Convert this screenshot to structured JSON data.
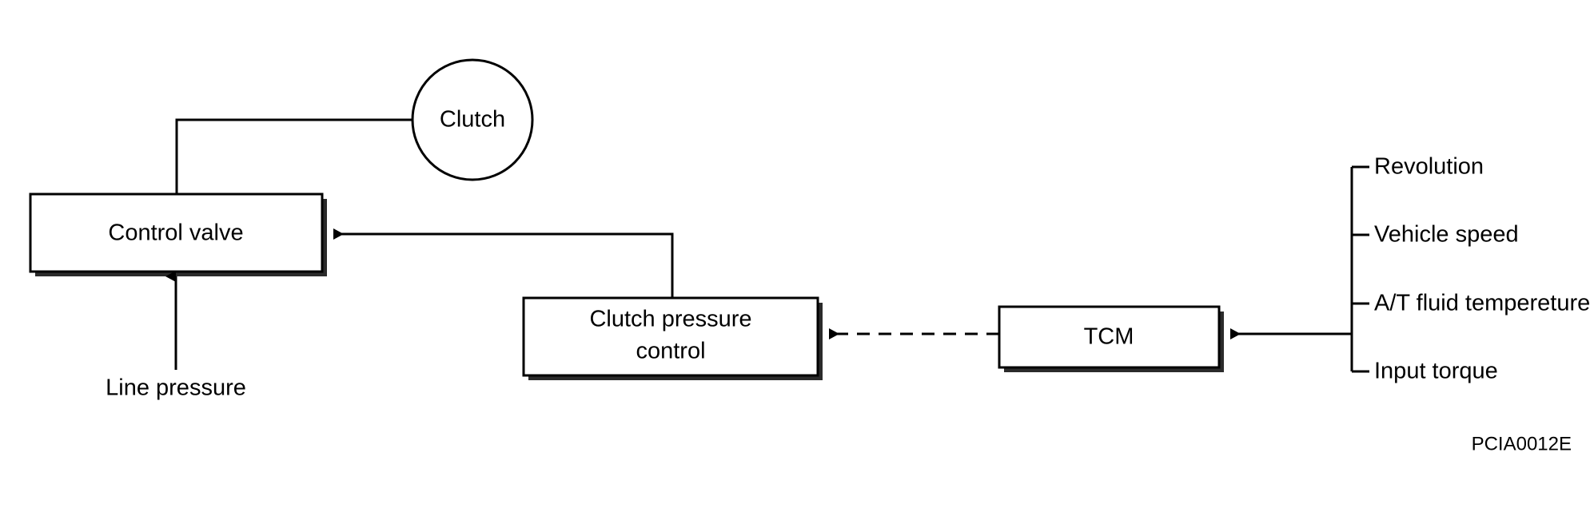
{
  "figure": {
    "code": "PCIA0012E",
    "background_color": "#ffffff",
    "line_color": "#000000"
  },
  "nodes": {
    "control_valve": {
      "label": "Control valve",
      "shape": "rectangle"
    },
    "clutch": {
      "label": "Clutch",
      "shape": "circle"
    },
    "clutch_pressure_control": {
      "label_line1": "Clutch pressure",
      "label_line2": "control",
      "shape": "rectangle"
    },
    "tcm": {
      "label": "TCM",
      "shape": "rectangle"
    }
  },
  "labels": {
    "line_pressure": "Line pressure"
  },
  "inputs": {
    "items": [
      {
        "label": "Revolution"
      },
      {
        "label": "Vehicle speed"
      },
      {
        "label": "A/T fluid tempereture"
      },
      {
        "label": "Input torque"
      }
    ]
  },
  "connections": [
    {
      "from": "line_pressure",
      "to": "control_valve",
      "style": "solid",
      "arrow": "up"
    },
    {
      "from": "clutch",
      "to": "control_valve",
      "style": "solid",
      "arrow": "none"
    },
    {
      "from": "clutch_pressure_control",
      "to": "control_valve",
      "style": "solid",
      "arrow": "left"
    },
    {
      "from": "tcm",
      "to": "clutch_pressure_control",
      "style": "dashed",
      "arrow": "left"
    },
    {
      "from": "inputs",
      "to": "tcm",
      "style": "solid",
      "arrow": "left"
    }
  ]
}
